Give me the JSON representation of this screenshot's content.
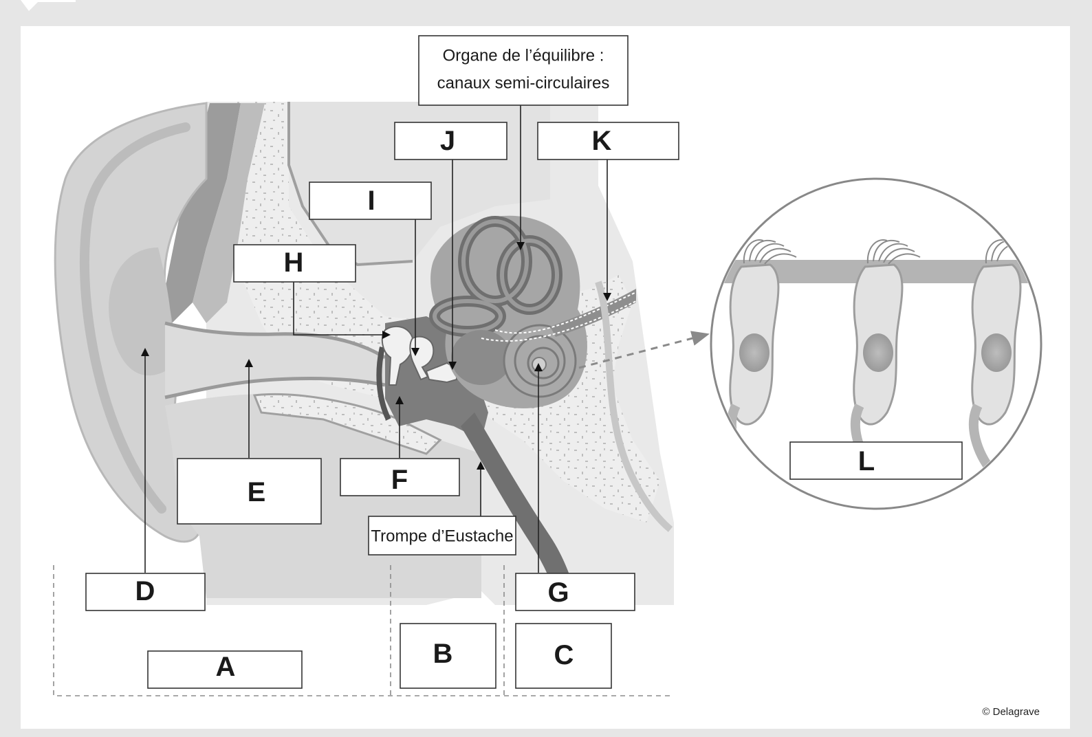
{
  "labels": {
    "A": "A",
    "B": "B",
    "C": "C",
    "D": "D",
    "E": "E",
    "F": "F",
    "G": "G",
    "H": "H",
    "I": "I",
    "J": "J",
    "K": "K",
    "L": "L"
  },
  "captions": {
    "balance_line1": "Organe de l’équilibre :",
    "balance_line2": "canaux semi-circulaires",
    "eustachian": "Trompe d’Eustache"
  },
  "credit": "© Delagrave",
  "colors": {
    "background": "#e6e6e6",
    "panel": "#ffffff",
    "tissue_light": "#d6d6d6",
    "tissue_mid": "#b0b0b0",
    "tissue_dark": "#7f7f7f",
    "bone": "#ececec"
  }
}
